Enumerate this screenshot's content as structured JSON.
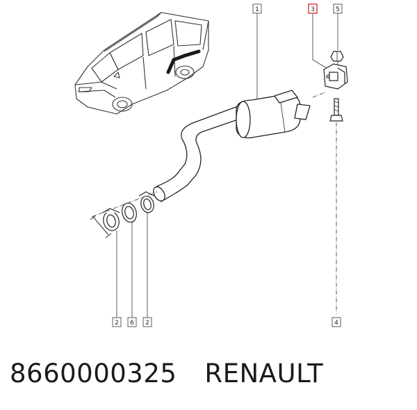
{
  "callouts": {
    "muffler": "1",
    "clamp_left": "2",
    "clamp_right": "2",
    "rubber_mount": "3",
    "bolt": "4",
    "nut": "5",
    "gasket": "6"
  },
  "highlight_color": "#e0303a",
  "footer": {
    "part_number": "8660000325",
    "brand": "RENAULT"
  }
}
